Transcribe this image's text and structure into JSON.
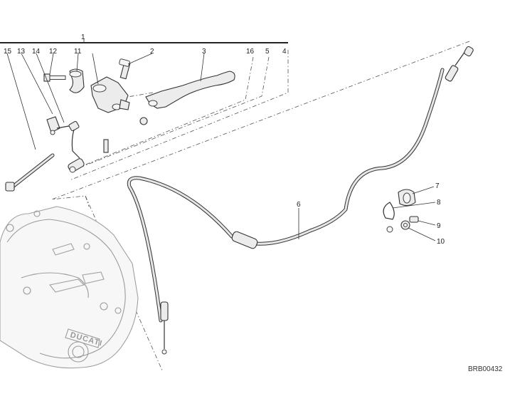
{
  "diagram": {
    "code": "BRB00432",
    "group_callout": "1",
    "callouts": {
      "c2": "2",
      "c3": "3",
      "c4": "4",
      "c5": "5",
      "c6": "6",
      "c7": "7",
      "c8": "8",
      "c9": "9",
      "c10": "10",
      "c11": "11",
      "c12": "12",
      "c13": "13",
      "c14": "14",
      "c15": "15",
      "c16": "16"
    },
    "cover_lettering": "DUCATI"
  }
}
